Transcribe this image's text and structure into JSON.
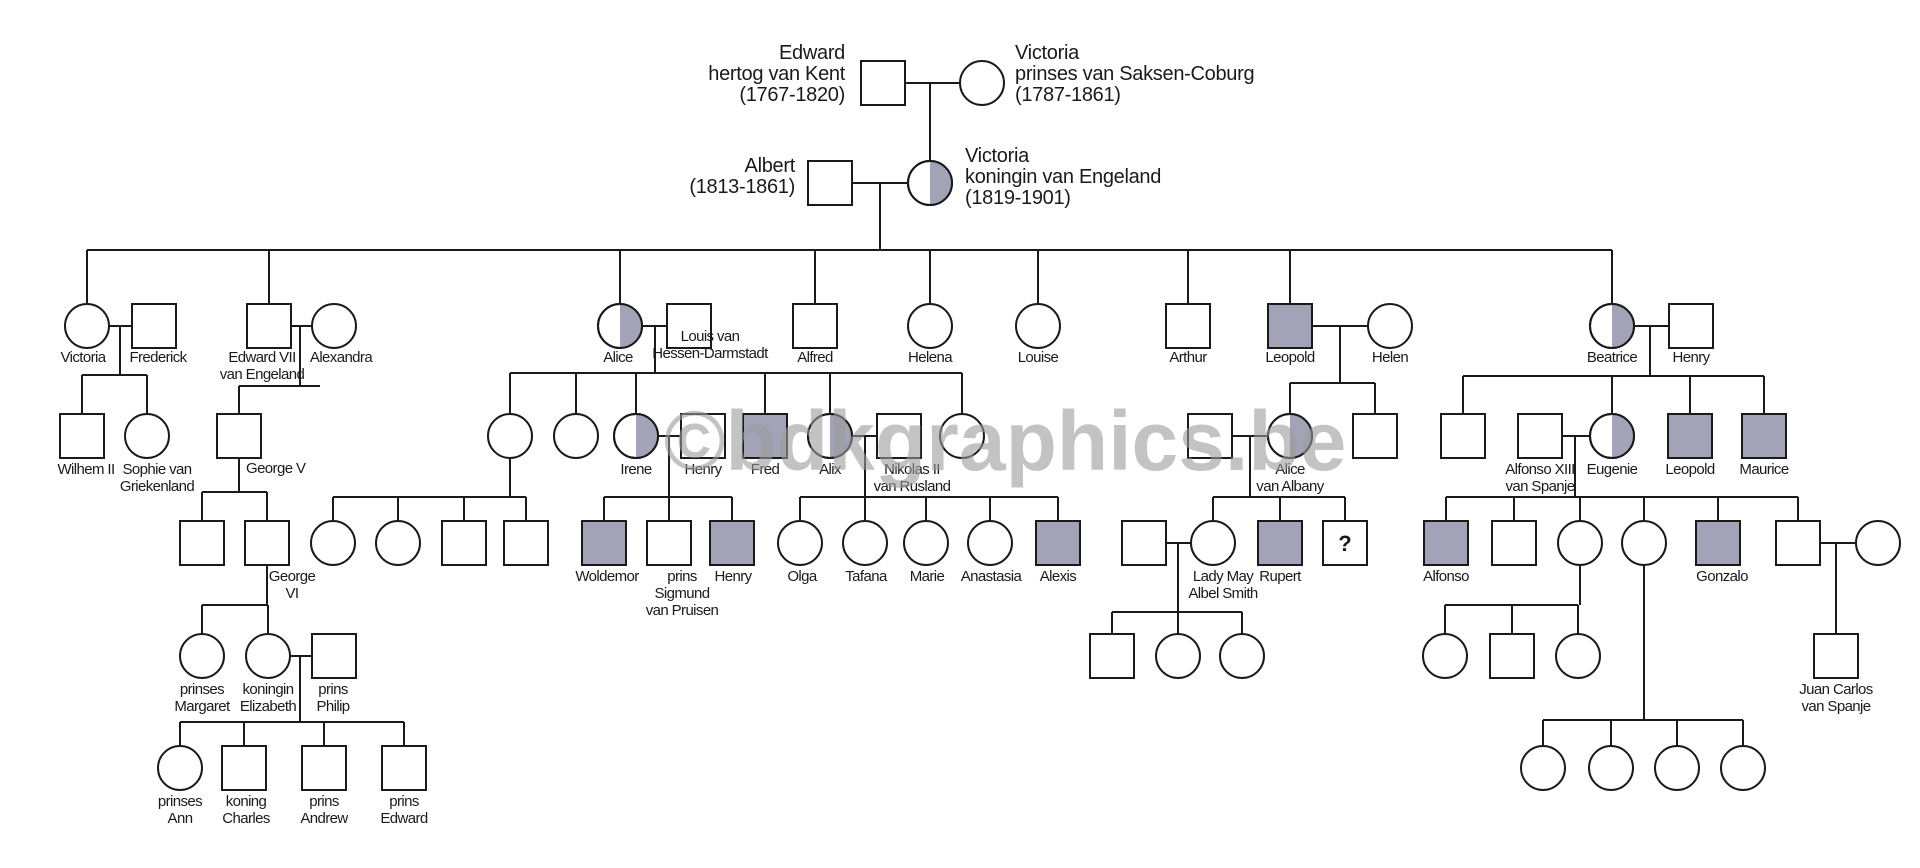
{
  "watermark": "©bdkgraphics.be",
  "colors": {
    "affected_fill": "#a3a3b8",
    "line": "#1a1a1a",
    "background": "#ffffff",
    "watermark": "#9b9b9b"
  },
  "legend_semantics": {
    "square": "male",
    "circle": "female",
    "filled": "affected",
    "half-filled": "carrier",
    "question": "unknown"
  },
  "people": [
    {
      "id": "edward_kent",
      "sex": "m",
      "status": "normal",
      "label": [
        "Edward",
        "hertog van Kent",
        "(1767-1820)"
      ]
    },
    {
      "id": "victoria_saxe",
      "sex": "f",
      "status": "normal",
      "label": [
        "Victoria",
        "prinses van Saksen-Coburg",
        "(1787-1861)"
      ]
    },
    {
      "id": "albert",
      "sex": "m",
      "status": "normal",
      "label": [
        "Albert",
        "(1813-1861)"
      ]
    },
    {
      "id": "queen_victoria",
      "sex": "f",
      "status": "carrier",
      "label": [
        "Victoria",
        "koningin van Engeland",
        "(1819-1901)"
      ]
    },
    {
      "id": "victoria_d",
      "sex": "f",
      "status": "normal",
      "label": [
        "Victoria"
      ]
    },
    {
      "id": "frederick",
      "sex": "m",
      "status": "normal",
      "label": [
        "Frederick"
      ]
    },
    {
      "id": "edward7",
      "sex": "m",
      "status": "normal",
      "label": [
        "Edward VII",
        "van Engeland"
      ]
    },
    {
      "id": "alexandra",
      "sex": "f",
      "status": "normal",
      "label": [
        "Alexandra"
      ]
    },
    {
      "id": "alice",
      "sex": "f",
      "status": "carrier",
      "label": [
        "Alice"
      ]
    },
    {
      "id": "louis",
      "sex": "m",
      "status": "normal",
      "label": [
        "Louis van",
        "Hessen-Darmstadt"
      ]
    },
    {
      "id": "alfred",
      "sex": "m",
      "status": "normal",
      "label": [
        "Alfred"
      ]
    },
    {
      "id": "helena",
      "sex": "f",
      "status": "normal",
      "label": [
        "Helena"
      ]
    },
    {
      "id": "louise",
      "sex": "f",
      "status": "normal",
      "label": [
        "Louise"
      ]
    },
    {
      "id": "arthur",
      "sex": "m",
      "status": "normal",
      "label": [
        "Arthur"
      ]
    },
    {
      "id": "leopold",
      "sex": "m",
      "status": "affected",
      "label": [
        "Leopold"
      ]
    },
    {
      "id": "helen",
      "sex": "f",
      "status": "normal",
      "label": [
        "Helen"
      ]
    },
    {
      "id": "beatrice",
      "sex": "f",
      "status": "carrier",
      "label": [
        "Beatrice"
      ]
    },
    {
      "id": "henry_b",
      "sex": "m",
      "status": "normal",
      "label": [
        "Henry"
      ]
    },
    {
      "id": "wilhelm",
      "sex": "m",
      "status": "normal",
      "label": [
        "Wilhem II"
      ]
    },
    {
      "id": "sophie",
      "sex": "f",
      "status": "normal",
      "label": [
        "Sophie van",
        "Griekenland"
      ]
    },
    {
      "id": "george5",
      "sex": "m",
      "status": "normal",
      "label": [
        "George V"
      ]
    },
    {
      "id": "alice_c1",
      "sex": "f",
      "status": "normal",
      "label": []
    },
    {
      "id": "alice_c2",
      "sex": "f",
      "status": "normal",
      "label": []
    },
    {
      "id": "irene",
      "sex": "f",
      "status": "carrier",
      "label": [
        "Irene"
      ]
    },
    {
      "id": "henry_i",
      "sex": "m",
      "status": "normal",
      "label": [
        "Henry"
      ]
    },
    {
      "id": "fred",
      "sex": "m",
      "status": "affected",
      "label": [
        "Fred"
      ]
    },
    {
      "id": "alix",
      "sex": "f",
      "status": "carrier",
      "label": [
        "Alix"
      ]
    },
    {
      "id": "nikolas",
      "sex": "m",
      "status": "normal",
      "label": [
        "Nikolas II",
        "van Rusland"
      ]
    },
    {
      "id": "alice_c8",
      "sex": "f",
      "status": "normal",
      "label": []
    },
    {
      "id": "albany_spouse",
      "sex": "m",
      "status": "normal",
      "label": []
    },
    {
      "id": "alice_albany",
      "sex": "f",
      "status": "carrier",
      "label": [
        "Alice",
        "van Albany"
      ]
    },
    {
      "id": "leopold_son",
      "sex": "m",
      "status": "normal",
      "label": []
    },
    {
      "id": "bea_son1",
      "sex": "m",
      "status": "normal",
      "label": []
    },
    {
      "id": "alfonso13",
      "sex": "m",
      "status": "normal",
      "label": [
        "Alfonso XIII",
        "van Spanje"
      ]
    },
    {
      "id": "eugenie",
      "sex": "f",
      "status": "carrier",
      "label": [
        "Eugenie"
      ]
    },
    {
      "id": "leopold_b",
      "sex": "m",
      "status": "affected",
      "label": [
        "Leopold"
      ]
    },
    {
      "id": "maurice",
      "sex": "m",
      "status": "affected",
      "label": [
        "Maurice"
      ]
    },
    {
      "id": "g5_son1",
      "sex": "m",
      "status": "normal",
      "label": []
    },
    {
      "id": "george6",
      "sex": "m",
      "status": "normal",
      "label": [
        "George",
        "VI"
      ]
    },
    {
      "id": "c1_d",
      "sex": "f",
      "status": "normal",
      "label": []
    },
    {
      "id": "c1_c2",
      "sex": "f",
      "status": "normal",
      "label": []
    },
    {
      "id": "c1_c3",
      "sex": "m",
      "status": "normal",
      "label": []
    },
    {
      "id": "c1_c4",
      "sex": "m",
      "status": "normal",
      "label": []
    },
    {
      "id": "woldemor",
      "sex": "m",
      "status": "affected",
      "label": [
        "Woldemor"
      ]
    },
    {
      "id": "sigmund",
      "sex": "m",
      "status": "normal",
      "label": [
        "prins",
        "Sigmund",
        "van Pruisen"
      ]
    },
    {
      "id": "henry_w",
      "sex": "m",
      "status": "affected",
      "label": [
        "Henry"
      ]
    },
    {
      "id": "olga",
      "sex": "f",
      "status": "normal",
      "label": [
        "Olga"
      ]
    },
    {
      "id": "tafana",
      "sex": "f",
      "status": "normal",
      "label": [
        "Tafana"
      ]
    },
    {
      "id": "marie",
      "sex": "f",
      "status": "normal",
      "label": [
        "Marie"
      ]
    },
    {
      "id": "anastasia",
      "sex": "f",
      "status": "normal",
      "label": [
        "Anastasia"
      ]
    },
    {
      "id": "alexis",
      "sex": "m",
      "status": "affected",
      "label": [
        "Alexis"
      ]
    },
    {
      "id": "lm_spouse",
      "sex": "m",
      "status": "normal",
      "label": []
    },
    {
      "id": "lady_may",
      "sex": "f",
      "status": "normal",
      "label": [
        "Lady May",
        "Albel Smith"
      ]
    },
    {
      "id": "rupert",
      "sex": "m",
      "status": "affected",
      "label": [
        "Rupert"
      ]
    },
    {
      "id": "unknown",
      "sex": "m",
      "status": "unknown",
      "label": []
    },
    {
      "id": "alfonso",
      "sex": "m",
      "status": "affected",
      "label": [
        "Alfonso"
      ]
    },
    {
      "id": "spain_c2",
      "sex": "m",
      "status": "normal",
      "label": []
    },
    {
      "id": "spain_c3",
      "sex": "f",
      "status": "normal",
      "label": []
    },
    {
      "id": "spain_c4",
      "sex": "f",
      "status": "normal",
      "label": []
    },
    {
      "id": "gonzalo",
      "sex": "m",
      "status": "affected",
      "label": [
        "Gonzalo"
      ]
    },
    {
      "id": "spain_c6",
      "sex": "m",
      "status": "normal",
      "label": []
    },
    {
      "id": "spain_c6_wife",
      "sex": "f",
      "status": "normal",
      "label": []
    },
    {
      "id": "margaret",
      "sex": "f",
      "status": "normal",
      "label": [
        "prinses",
        "Margaret"
      ]
    },
    {
      "id": "elizabeth",
      "sex": "f",
      "status": "normal",
      "label": [
        "koningin",
        "Elizabeth"
      ]
    },
    {
      "id": "philip",
      "sex": "m",
      "status": "normal",
      "label": [
        "prins",
        "Philip"
      ]
    },
    {
      "id": "lm_c1",
      "sex": "m",
      "status": "normal",
      "label": []
    },
    {
      "id": "lm_c2",
      "sex": "f",
      "status": "normal",
      "label": []
    },
    {
      "id": "lm_c3",
      "sex": "f",
      "status": "normal",
      "label": []
    },
    {
      "id": "s3_c1",
      "sex": "f",
      "status": "normal",
      "label": []
    },
    {
      "id": "s3_c2",
      "sex": "m",
      "status": "normal",
      "label": []
    },
    {
      "id": "s3_c3",
      "sex": "f",
      "status": "normal",
      "label": []
    },
    {
      "id": "juan_carlos",
      "sex": "m",
      "status": "normal",
      "label": [
        "Juan Carlos",
        "van Spanje"
      ]
    },
    {
      "id": "ann",
      "sex": "f",
      "status": "normal",
      "label": [
        "prinses",
        "Ann"
      ]
    },
    {
      "id": "charles",
      "sex": "m",
      "status": "normal",
      "label": [
        "koning",
        "Charles"
      ]
    },
    {
      "id": "andrew",
      "sex": "m",
      "status": "normal",
      "label": [
        "prins",
        "Andrew"
      ]
    },
    {
      "id": "edward_p",
      "sex": "m",
      "status": "normal",
      "label": [
        "prins",
        "Edward"
      ]
    },
    {
      "id": "s4_c1",
      "sex": "f",
      "status": "normal",
      "label": []
    },
    {
      "id": "s4_c2",
      "sex": "f",
      "status": "normal",
      "label": []
    },
    {
      "id": "s4_c3",
      "sex": "f",
      "status": "normal",
      "label": []
    },
    {
      "id": "s4_c4",
      "sex": "f",
      "status": "normal",
      "label": []
    }
  ]
}
